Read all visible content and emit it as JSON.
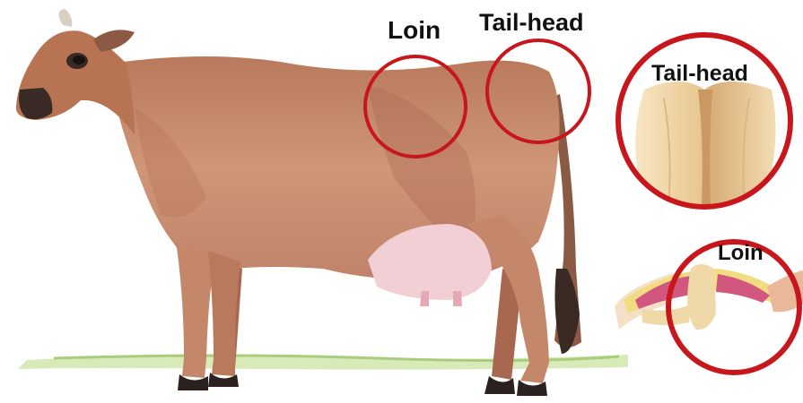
{
  "labels": {
    "loin": "Loin",
    "tail_head": "Tail-head",
    "tail_head_inset": "Tail-head",
    "loin_inset": "Loin"
  },
  "colors": {
    "circle_outline": "#c8161d",
    "cow_body": "#c98b6b",
    "cow_shadow": "#a3624a",
    "udder": "#f2cfd4",
    "grass": "#b9d98f",
    "muscle": "#d2577f",
    "fat": "#f2dc82",
    "bone": "#efd9a8"
  }
}
